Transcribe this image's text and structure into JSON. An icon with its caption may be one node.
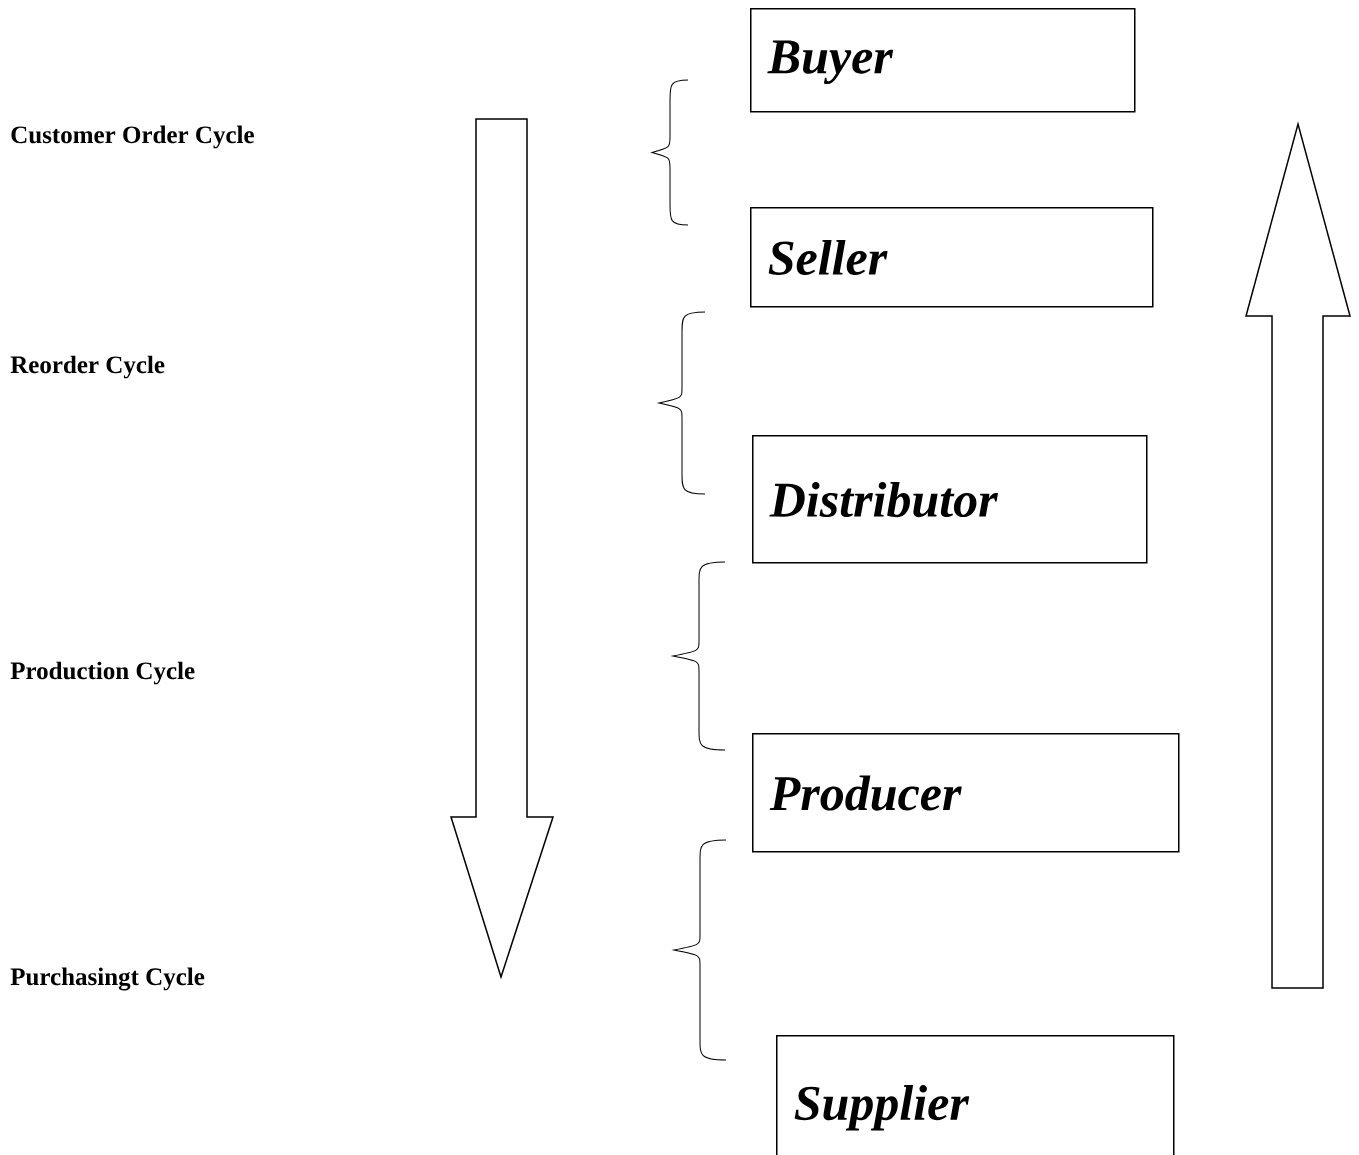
{
  "diagram": {
    "nodes": [
      {
        "text": [
          "Buyer"
        ]
      },
      {
        "text": [
          "Seller"
        ]
      },
      {
        "text": [
          "Distributor"
        ]
      },
      {
        "text": [
          "Producer"
        ]
      },
      {
        "text": [
          "Supplier"
        ]
      }
    ],
    "labels": [
      "Customer Order Cycle",
      "Reorder Cycle",
      "Production Cycle",
      "Purchasingt Cycle"
    ]
  }
}
